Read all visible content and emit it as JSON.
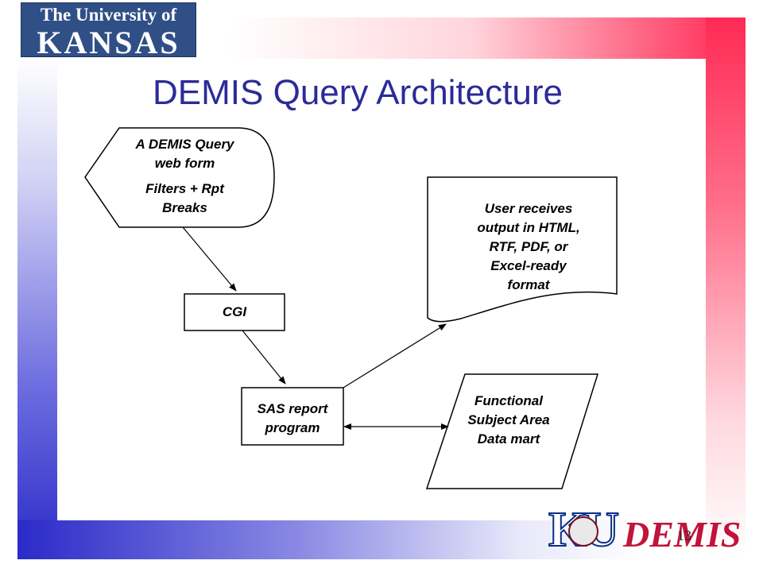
{
  "header": {
    "logo_line1": "The University of",
    "logo_line2": "KANSAS",
    "title": "DEMIS Query Architecture"
  },
  "nodes": {
    "web_form": {
      "line1": "A DEMIS Query",
      "line2": "web form",
      "line3": "Filters + Rpt",
      "line4": "Breaks"
    },
    "cgi": {
      "label": "CGI"
    },
    "sas": {
      "line1": "SAS report",
      "line2": "program"
    },
    "output": {
      "line1": "User receives",
      "line2": "output in HTML,",
      "line3": "RTF, PDF, or",
      "line4": "Excel-ready",
      "line5": "format"
    },
    "datamart": {
      "line1": "Functional",
      "line2": "Subject Area",
      "line3": "Data mart"
    }
  },
  "edges": [
    {
      "from": "web_form",
      "to": "cgi"
    },
    {
      "from": "cgi",
      "to": "sas"
    },
    {
      "from": "sas",
      "to": "output"
    },
    {
      "from": "sas",
      "to": "datamart",
      "bidirectional": true
    }
  ],
  "footer": {
    "page_number": "13",
    "brand_ku": "KU",
    "brand_name": "DEMIS"
  },
  "colors": {
    "title": "#2b2b9a",
    "accent_red": "#ff2a55",
    "accent_blue": "#2a2ac8",
    "logo_bg": "#2f4f86",
    "brand_red": "#c2133a"
  }
}
